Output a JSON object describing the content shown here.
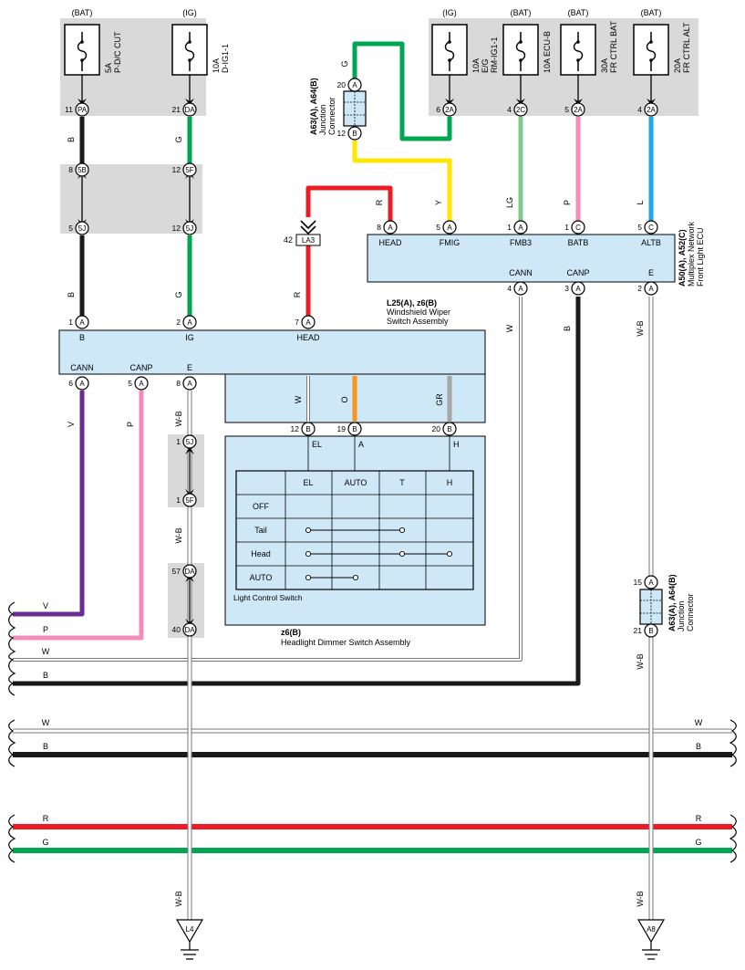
{
  "fuses": {
    "pd_cut": {
      "source": "(BAT)",
      "rating": "5A",
      "name": "P-D/C CUT"
    },
    "d_ig": {
      "source": "(IG)",
      "rating": "10A",
      "name": "D-IG1-1"
    },
    "eg": {
      "source": "(IG)",
      "rating": "10A",
      "name": "E/G",
      "name2": "RM-IG1-1"
    },
    "ecu_b": {
      "source": "(BAT)",
      "label": "10A ECU-B"
    },
    "fr_ctrl_bat": {
      "source": "(BAT)",
      "rating": "30A",
      "name": "FR CTRL BAT"
    },
    "fr_ctrl_alt": {
      "source": "(BAT)",
      "rating": "20A",
      "name": "FR CTRL ALT"
    }
  },
  "pins": {
    "pa11": {
      "num": "11",
      "code": "PA"
    },
    "da21": {
      "num": "21",
      "code": "DA"
    },
    "b5b8": {
      "num": "8",
      "code": "5B"
    },
    "f5f12": {
      "num": "12",
      "code": "5F"
    },
    "j5j5": {
      "num": "5",
      "code": "5J"
    },
    "j5j12": {
      "num": "12",
      "code": "5J"
    },
    "ig2a6": {
      "num": "6",
      "code": "2A"
    },
    "ecub2c4": {
      "num": "4",
      "code": "2C"
    },
    "bat2a5": {
      "num": "5",
      "code": "2A"
    },
    "alt2a4": {
      "num": "4",
      "code": "2A"
    },
    "jc20": {
      "num": "20",
      "code": "A"
    },
    "jc12": {
      "num": "12",
      "code": "B"
    },
    "ecu8a": {
      "num": "8",
      "code": "A"
    },
    "ecu5a": {
      "num": "5",
      "code": "A"
    },
    "ecu1a": {
      "num": "1",
      "code": "A"
    },
    "ecu1c": {
      "num": "1",
      "code": "C"
    },
    "ecu5c": {
      "num": "5",
      "code": "C"
    },
    "ecu4a": {
      "num": "4",
      "code": "A"
    },
    "ecu3a": {
      "num": "3",
      "code": "A"
    },
    "ecu2a": {
      "num": "2",
      "code": "A"
    },
    "ws1a": {
      "num": "1",
      "code": "A"
    },
    "ws2a": {
      "num": "2",
      "code": "A"
    },
    "ws7a": {
      "num": "7",
      "code": "A"
    },
    "ws6a": {
      "num": "6",
      "code": "A"
    },
    "ws5a": {
      "num": "5",
      "code": "A"
    },
    "ws8a": {
      "num": "8",
      "code": "A"
    },
    "hd12b": {
      "num": "12",
      "code": "B"
    },
    "hd19b": {
      "num": "19",
      "code": "B"
    },
    "hd20b": {
      "num": "20",
      "code": "B"
    },
    "j1_5j": {
      "num": "1",
      "code": "5J"
    },
    "j1_5f": {
      "num": "1",
      "code": "5F"
    },
    "j57_da": {
      "num": "57",
      "code": "DA"
    },
    "j40_da": {
      "num": "40",
      "code": "DA"
    },
    "jc15": {
      "num": "15",
      "code": "A"
    },
    "jc21": {
      "num": "21",
      "code": "B"
    }
  },
  "wire_colors": {
    "b": "B",
    "g": "G",
    "r": "R",
    "y": "Y",
    "lg": "LG",
    "p": "P",
    "l": "L",
    "w": "W",
    "v": "V",
    "o": "O",
    "gr": "GR",
    "wb": "W-B"
  },
  "splice": {
    "num": "42",
    "code": "LA3"
  },
  "junction_connector": {
    "id": "A63(A), A64(B)",
    "name1": "Junction",
    "name2": "Connector"
  },
  "front_light_ecu": {
    "id": "A50(A), A52(C)",
    "name1": "Multiplex Network",
    "name2": "Front Light ECU",
    "terminals_top": [
      "HEAD",
      "FMIG",
      "FMB3",
      "BATB",
      "ALTB"
    ],
    "terminals_bottom": [
      "CANN",
      "CANP",
      "E"
    ]
  },
  "wiper_switch": {
    "id": "L25(A), z6(B)",
    "name1": "Windshield Wiper",
    "name2": "Switch Assembly",
    "terminals_top": [
      "B",
      "IG",
      "HEAD"
    ],
    "terminals_bottom": [
      "CANN",
      "CANP",
      "E"
    ]
  },
  "dimmer_switch": {
    "id": "z6(B)",
    "name": "Headlight Dimmer Switch Assembly",
    "terminals": [
      "EL",
      "A",
      "H"
    ],
    "light_control_label": "Light Control Switch"
  },
  "switch_table": {
    "headers": [
      "EL",
      "AUTO",
      "T",
      "H"
    ],
    "rows": [
      "OFF",
      "Tail",
      "Head",
      "AUTO"
    ]
  },
  "grounds": {
    "left": "L4",
    "right": "A8"
  },
  "colors": {
    "black": "#1a1a1a",
    "green": "#00a651",
    "red": "#ed1c24",
    "yellow": "#ffe600",
    "light_green": "#7fcc8f",
    "pink": "#f28dbb",
    "blue": "#1ea8e6",
    "violet": "#6a2c91",
    "orange": "#f7941d",
    "gray": "#a6a6a6",
    "component_fill": "#cfe8f7",
    "panel_fill": "#d9d9d9"
  }
}
